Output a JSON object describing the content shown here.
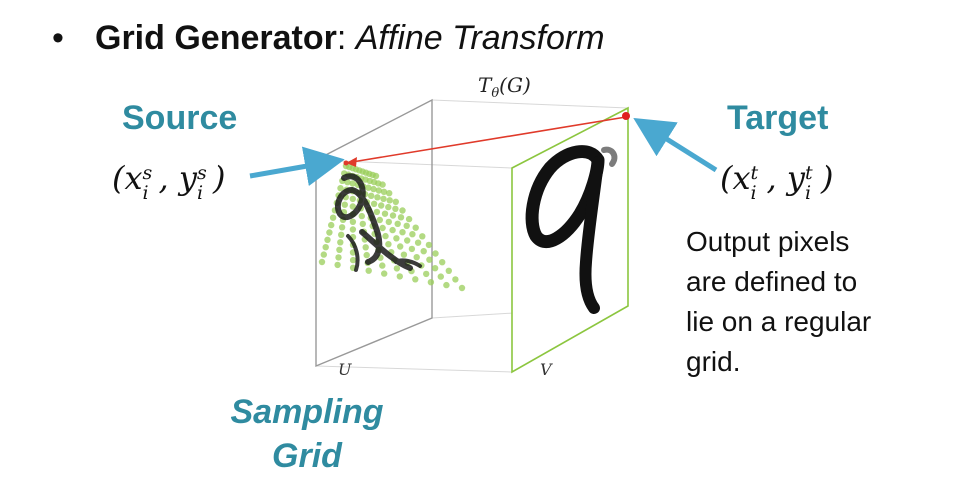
{
  "title": {
    "bullet": "•",
    "bold": "Grid Generator",
    "sep": ": ",
    "italic": "Affine Transform"
  },
  "source": {
    "label": "Source",
    "coord_open": "(x",
    "coord_sup1": "s",
    "coord_sub1": "i",
    "coord_mid": ", y",
    "coord_sup2": "s",
    "coord_sub2": "i",
    "coord_close": ")"
  },
  "target": {
    "label": "Target",
    "coord_open": "(x",
    "coord_sup1": "t",
    "coord_sub1": "i",
    "coord_mid": ", y",
    "coord_sup2": "t",
    "coord_sub2": "i",
    "coord_close": ")"
  },
  "transform": {
    "symbol": "T",
    "sub": "θ",
    "arg": "(G)"
  },
  "planes": {
    "u_label": "U",
    "v_label": "V"
  },
  "output_text": {
    "line1": "Output pixels",
    "line2": "are defined to",
    "line3": "lie on a regular",
    "line4": "grid."
  },
  "sampling": {
    "line1": "Sampling",
    "line2": "Grid"
  },
  "colors": {
    "teal": "#2f8ba0",
    "arrow_blue": "#4aa8d0",
    "red_line": "#e03a2a",
    "grid_green": "#9acd5a",
    "plane_gray": "#999999",
    "plane_green": "#8cc63f"
  }
}
